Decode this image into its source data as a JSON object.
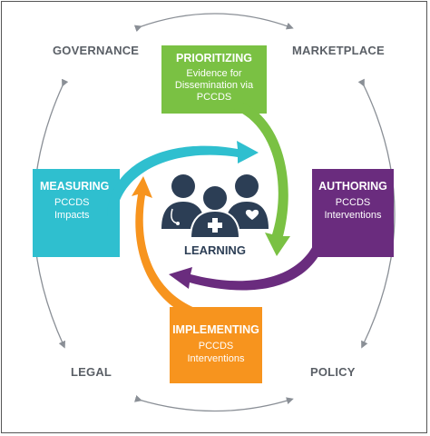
{
  "corners": {
    "top_left": "GOVERNANCE",
    "top_right": "MARKETPLACE",
    "bottom_left": "LEGAL",
    "bottom_right": "POLICY"
  },
  "boxes": {
    "prioritizing": {
      "title": "PRIORITIZING",
      "line1": "Evidence for",
      "line2": "Dissemination via",
      "line3": "PCCDS",
      "color": "#7ac143"
    },
    "authoring": {
      "title": "AUTHORING",
      "line1": "PCCDS",
      "line2": "Interventions",
      "color": "#6a2c7e"
    },
    "implementing": {
      "title": "IMPLEMENTING",
      "line1": "PCCDS",
      "line2": "Interventions",
      "color": "#f7941e"
    },
    "measuring": {
      "title": "MEASURING",
      "line1": "PCCDS",
      "line2": "Impacts",
      "color": "#2fbfcf"
    }
  },
  "center": {
    "label": "LEARNING",
    "icon": "care-team-icon",
    "color": "#2c3e55"
  },
  "outer_arrow_color": "#8a8f96"
}
